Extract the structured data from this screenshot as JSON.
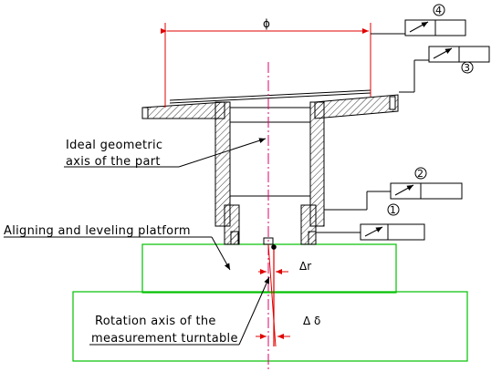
{
  "labels": {
    "diameter": "ϕ",
    "ideal_axis_line1": "Ideal geometric",
    "ideal_axis_line2": "axis of the part",
    "platform": "Aligning and leveling platform",
    "delta_r": "Δr",
    "delta_delta": "Δ δ",
    "rotation_line1": "Rotation axis of the",
    "rotation_line2": "measurement  turntable"
  },
  "callouts": [
    {
      "id": "1",
      "symbol": "runout-arrow"
    },
    {
      "id": "2",
      "symbol": "runout-arrow"
    },
    {
      "id": "3",
      "symbol": "runout-arrow"
    },
    {
      "id": "4",
      "symbol": "runout-arrow"
    }
  ],
  "colors": {
    "outline": "#000000",
    "dimension": "#e00000",
    "axis": "#e0006a",
    "platform": "#00c000",
    "hatch": "#000000"
  }
}
